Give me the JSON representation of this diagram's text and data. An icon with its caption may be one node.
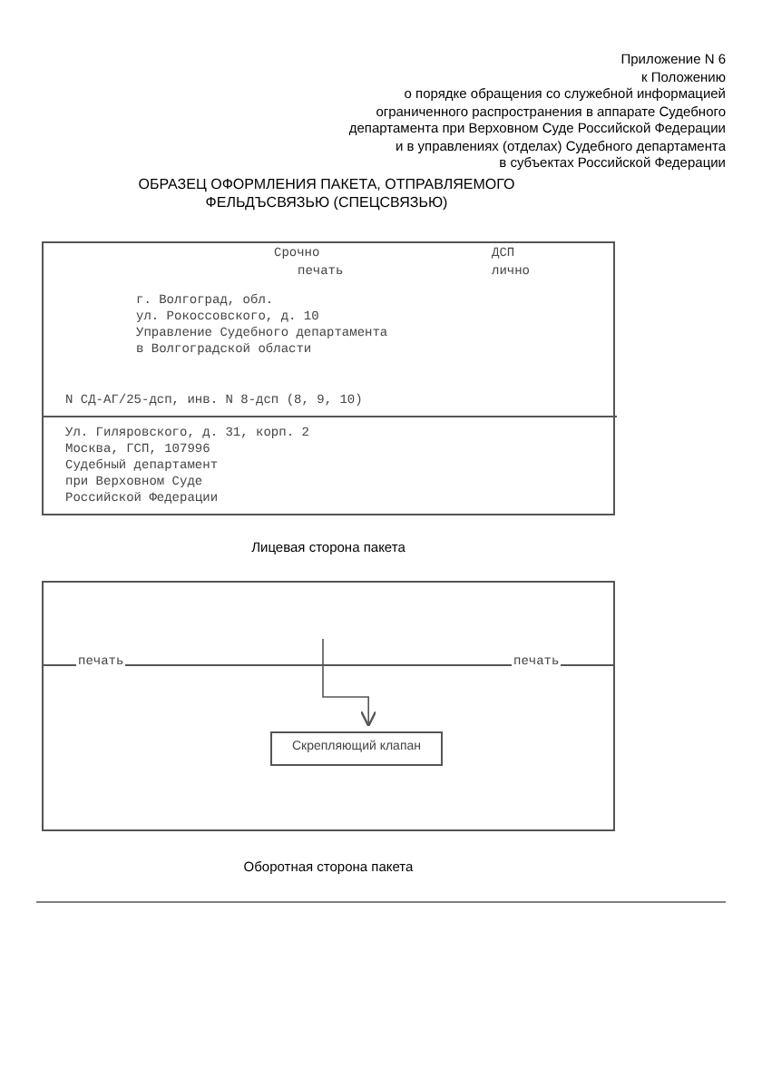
{
  "diagram": {
    "title": "ОБРАЗЕЦ ОФОРМЛЕНИЯ ПАКЕТА, ОТПРАВЛЯЕМОГО ФЕЛЬДЪСВЯЗЬЮ (СПЕЦСВЯЗЬЮ)",
    "nodes": [
      {
        "text": [
          "Срочно",
          "печать",
          "ДСП",
          "лично",
          "г. Волгоград, обл.",
          "ул. Рокоссовского, д. 10",
          "Управление Судебного департамента",
          "в Волгоградской области",
          "N СД-АГ/25-дсп, инв. N 8-дсп (8, 9, 10)"
        ],
        "beside": [
          "Лицевая сторона пакета"
        ]
      },
      {
        "text": [
          "Ул. Гиляровского, д. 31, корп. 2",
          "Москва, ГСП, 107996",
          "Судебный департамент",
          "при Верховном Суде",
          "Российской Федерации"
        ],
        "in": 0
      },
      {
        "text": [],
        "shape": "box",
        "beside": [
          "Оборотная сторона пакета"
        ]
      },
      {
        "text": [
          "Скрепляющий клапан"
        ],
        "in": 2
      }
    ],
    "edges": [
      {
        "from": null,
        "to": 3,
        "arrow": "to"
      }
    ],
    "labels": [
      "Приложение N 6",
      "к Положению",
      "о порядке обращения со служебной информацией",
      "ограниченного распространения в аппарате Судебного",
      "департамента при Верховном Суде Российской Федерации",
      "и в управлениях (отделах) Судебного департамента",
      "в субъектах Российской Федерации",
      "печать",
      "печать"
    ]
  }
}
